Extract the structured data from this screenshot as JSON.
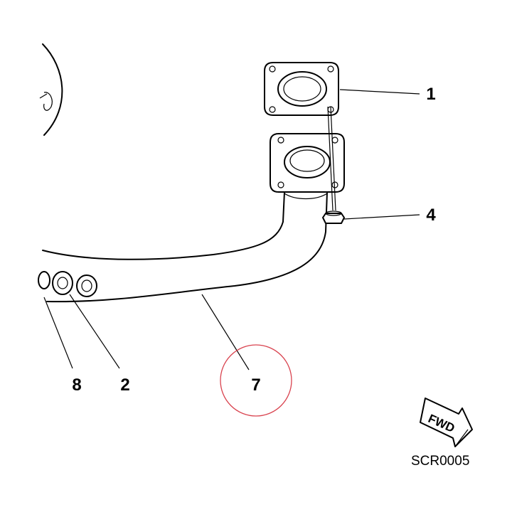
{
  "callouts": [
    {
      "id": "1",
      "label": "1"
    },
    {
      "id": "4",
      "label": "4"
    },
    {
      "id": "8",
      "label": "8"
    },
    {
      "id": "2",
      "label": "2"
    },
    {
      "id": "7",
      "label": "7"
    }
  ],
  "highlighted_callout": "7",
  "highlight_color": "#d9434f",
  "fwd_label": "FWD",
  "figure_code": "SCR0005"
}
